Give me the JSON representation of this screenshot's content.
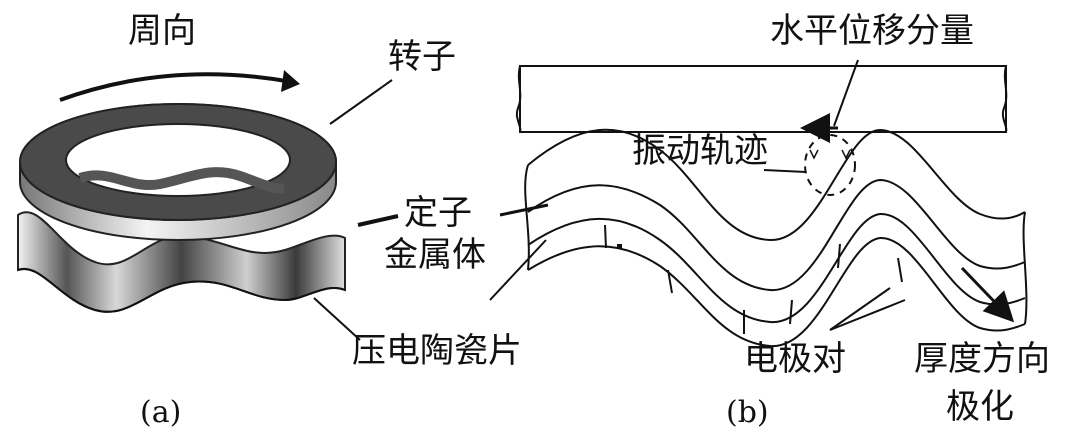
{
  "panel_a": {
    "caption": "(a)",
    "labels": {
      "circumferential": "周向",
      "rotor": "转子",
      "stator_line1": "定子",
      "stator_line2": "金属体",
      "piezo": "压电陶瓷片"
    }
  },
  "panel_b": {
    "caption": "(b)",
    "labels": {
      "horizontal_displacement": "水平位移分量",
      "vibration_trajectory": "振动轨迹",
      "electrode_pair": "电极对",
      "thickness_polarization_line1": "厚度方向",
      "thickness_polarization_line2": "极化"
    }
  }
}
